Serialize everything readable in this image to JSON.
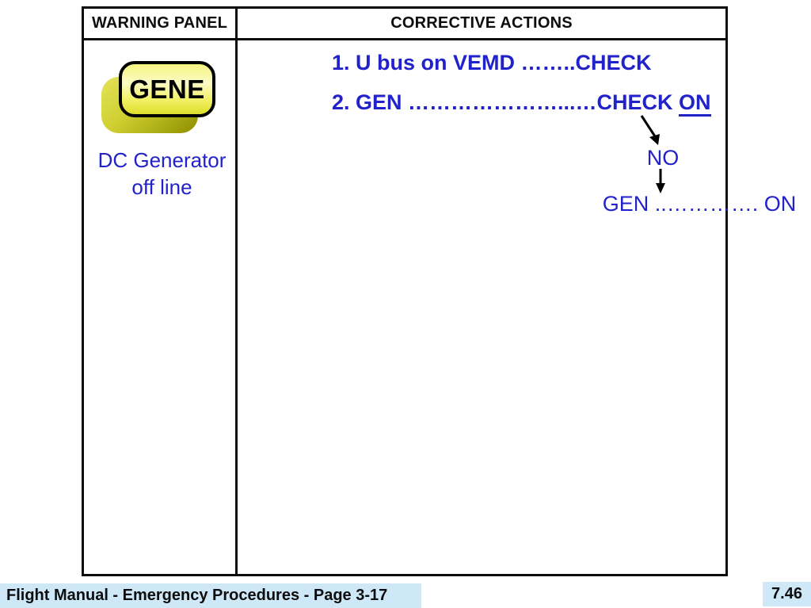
{
  "table": {
    "header": {
      "warning_panel": "WARNING PANEL",
      "corrective_actions": "CORRECTIVE ACTIONS"
    },
    "warning_cell": {
      "light_label": "GENE",
      "description_line1": "DC Generator",
      "description_line2": "off line"
    },
    "actions": {
      "step1": "1. U bus on VEMD ……..CHECK",
      "step2_prefix": "2. GEN …………………...…CHECK ",
      "step2_emphasis": "ON",
      "no_label": "NO",
      "gen_on_line": "GEN ..…………. ON"
    }
  },
  "footer": {
    "left_text": "Flight Manual - Emergency Procedures - Page 3-17",
    "right_text": "7.46"
  },
  "colors": {
    "action_text_blue": "#2222CB",
    "warning_light_yellow": "#F2F268",
    "warning_light_side_olive": "#8F8F00",
    "footer_bg_blue": "#CFE8F8",
    "border_black": "#0D0D0D"
  }
}
